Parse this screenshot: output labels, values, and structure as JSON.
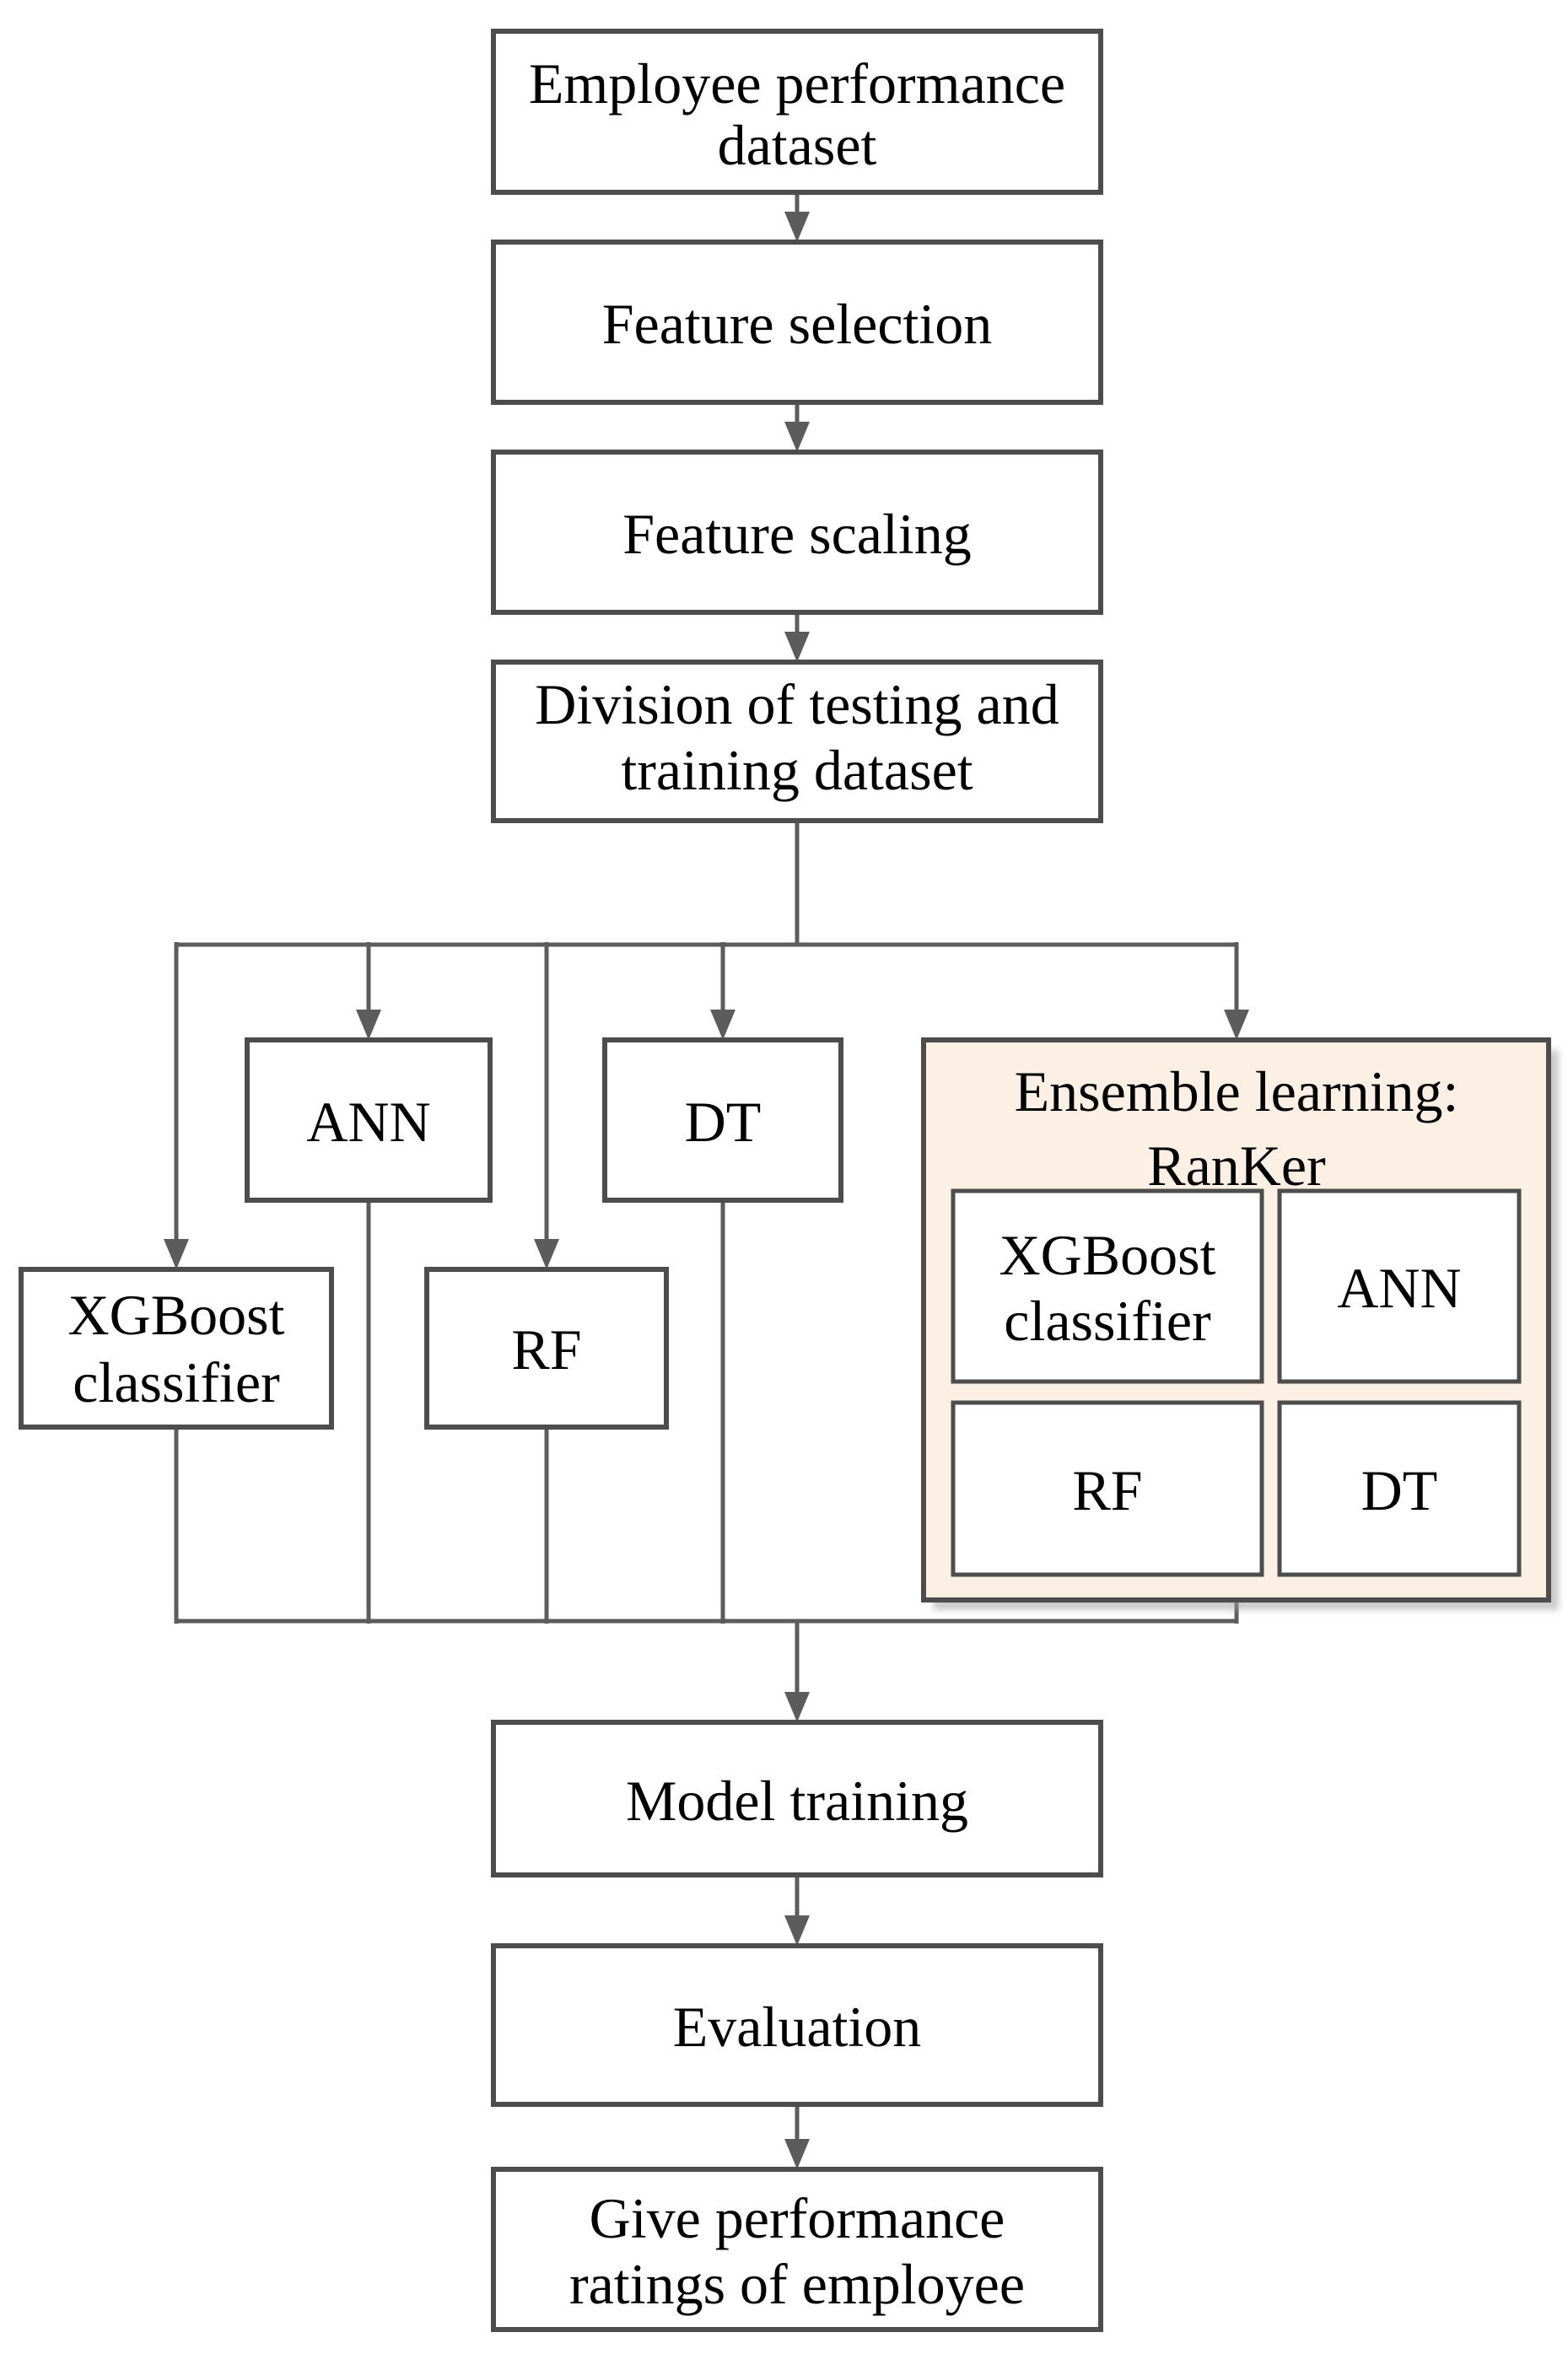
{
  "figure": {
    "type": "flowchart",
    "description_colors": {
      "box_fill": "#ffffff",
      "box_border": "#4d4d4d",
      "connector": "#5c5c5c",
      "ensemble_fill": "#fcf0e4",
      "text": "#000000"
    }
  },
  "nodes": {
    "employee_dataset": {
      "line1": "Employee performance",
      "line2": "dataset"
    },
    "feature_selection": {
      "label": "Feature selection"
    },
    "feature_scaling": {
      "label": "Feature scaling"
    },
    "division": {
      "line1": "Division of testing and",
      "line2": "training dataset"
    },
    "ann": {
      "label": "ANN"
    },
    "dt": {
      "label": "DT"
    },
    "xgboost": {
      "line1": "XGBoost",
      "line2": "classifier"
    },
    "rf": {
      "label": "RF"
    },
    "ensemble": {
      "title_line1": "Ensemble learning:",
      "title_line2": "RanKer",
      "member_xgboost_line1": "XGBoost",
      "member_xgboost_line2": "classifier",
      "member_ann": "ANN",
      "member_rf": "RF",
      "member_dt": "DT"
    },
    "model_training": {
      "label": "Model training"
    },
    "evaluation": {
      "label": "Evaluation"
    },
    "final_output": {
      "line1": "Give performance",
      "line2": "ratings of employee"
    }
  }
}
